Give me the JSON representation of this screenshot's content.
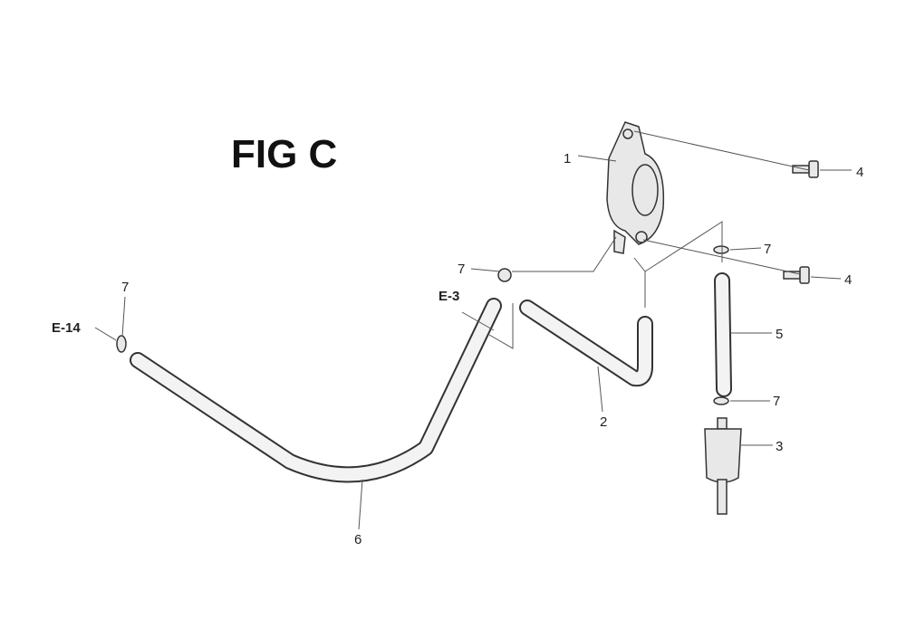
{
  "figure": {
    "title": "FIG C",
    "callouts": {
      "fuel_valve": "1",
      "hose_2": "2",
      "filter": "3",
      "bolt_upper": "4",
      "bolt_lower": "4",
      "hose_5": "5",
      "hose_6": "6",
      "clip_left": "7",
      "clip_mid": "7",
      "clip_upper_right": "7",
      "clip_lower_right": "7"
    },
    "references": {
      "left": "E-14",
      "mid": "E-3"
    }
  }
}
